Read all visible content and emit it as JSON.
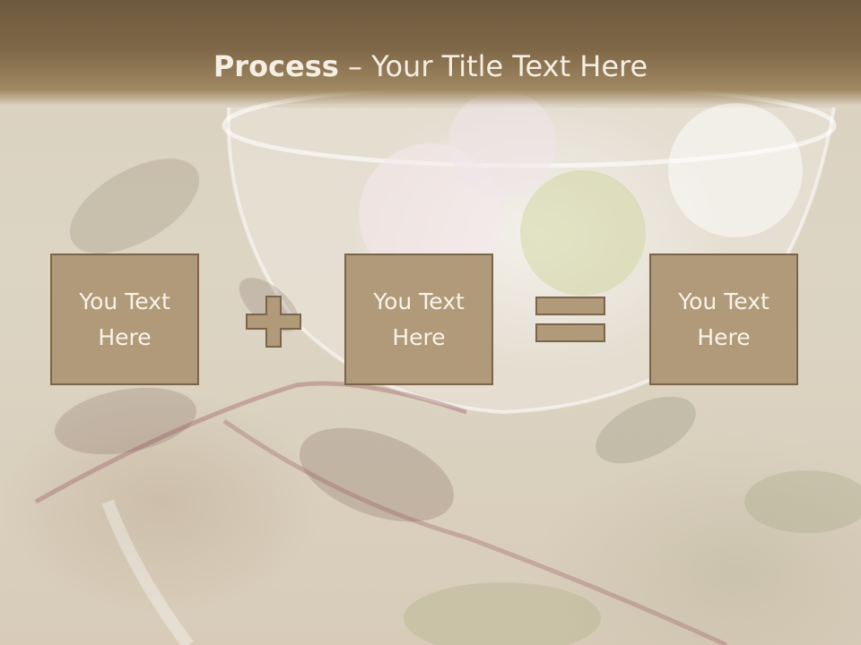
{
  "title": {
    "bold": "Process",
    "rest": " – Your Title Text Here"
  },
  "boxes": [
    {
      "text": "You Text Here"
    },
    {
      "text": "You Text Here"
    },
    {
      "text": "You Text Here"
    }
  ],
  "colors": {
    "header": "#7e6747",
    "box_fill": "#b19a79",
    "box_border": "#7a654a",
    "text_light": "#f8f3ea"
  },
  "icons": {
    "operator_1": "plus-icon",
    "operator_2": "equals-icon"
  }
}
